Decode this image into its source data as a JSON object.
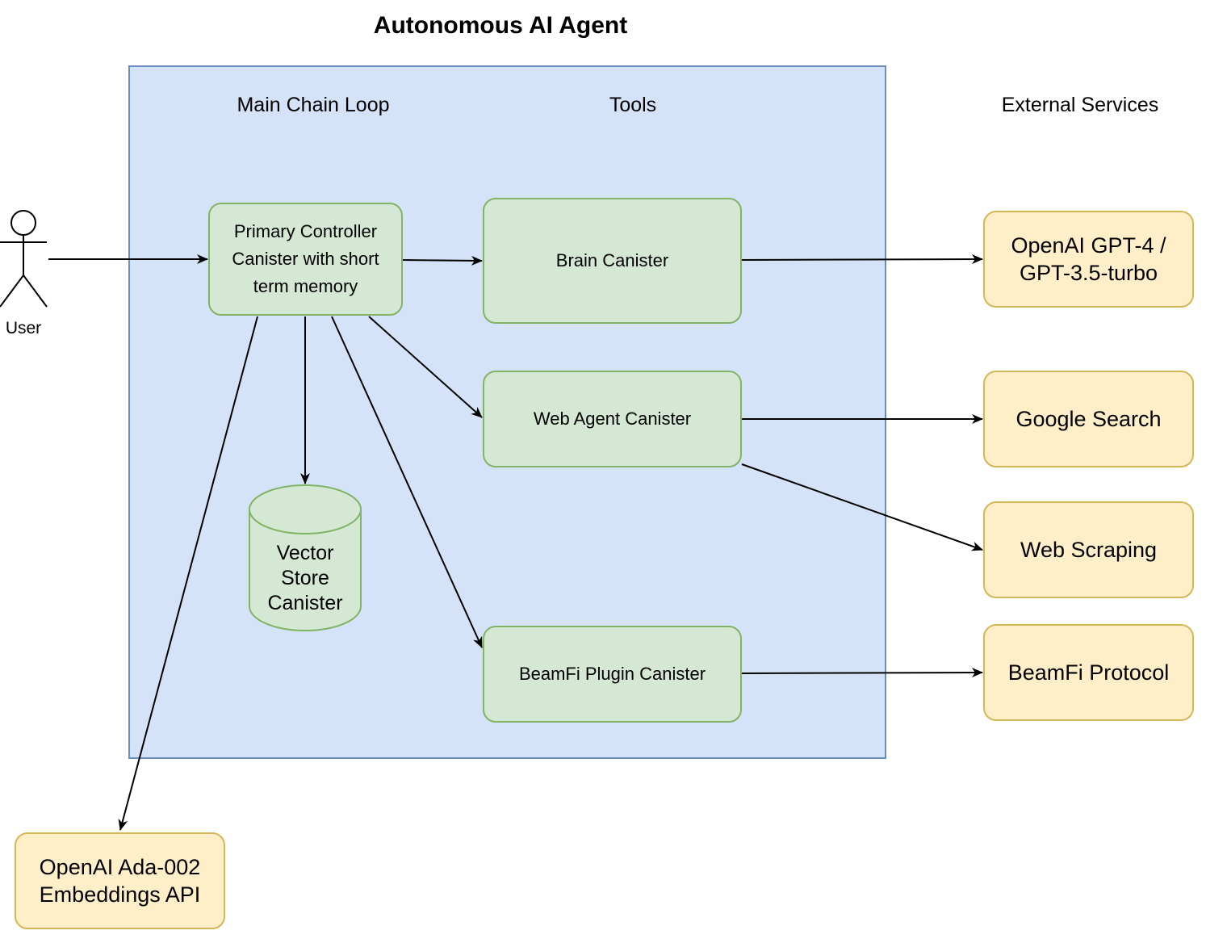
{
  "title": "Autonomous AI Agent",
  "colors": {
    "container_fill": "#d5e3f8",
    "container_border": "#6c8ebf",
    "internal_fill": "#d5e8d4",
    "internal_border": "#82b366",
    "external_fill": "#ffefc9",
    "external_border": "#d6b656"
  },
  "sections": {
    "main_chain_loop": "Main Chain Loop",
    "tools": "Tools",
    "external_services": "External Services"
  },
  "actor": {
    "label": "User",
    "icon": "stick-figure-actor"
  },
  "nodes": {
    "primary_controller": "Primary Controller Canister with short term memory",
    "brain": "Brain Canister",
    "web_agent": "Web Agent Canister",
    "beamfi_plugin": "BeamFi Plugin Canister",
    "vector_store": "Vector Store Canister",
    "openai_gpt": "OpenAI GPT-4 / GPT-3.5-turbo",
    "google_search": "Google Search",
    "web_scraping": "Web Scraping",
    "beamfi_protocol": "BeamFi Protocol",
    "openai_ada": "OpenAI Ada-002 Embeddings API"
  },
  "edges": [
    {
      "from": "User",
      "to": "Primary Controller Canister with short term memory"
    },
    {
      "from": "Primary Controller Canister with short term memory",
      "to": "Brain Canister"
    },
    {
      "from": "Primary Controller Canister with short term memory",
      "to": "Web Agent Canister"
    },
    {
      "from": "Primary Controller Canister with short term memory",
      "to": "Vector Store Canister"
    },
    {
      "from": "Primary Controller Canister with short term memory",
      "to": "BeamFi Plugin Canister"
    },
    {
      "from": "Primary Controller Canister with short term memory",
      "to": "OpenAI Ada-002 Embeddings API"
    },
    {
      "from": "Brain Canister",
      "to": "OpenAI GPT-4 / GPT-3.5-turbo"
    },
    {
      "from": "Web Agent Canister",
      "to": "Google Search"
    },
    {
      "from": "Web Agent Canister",
      "to": "Web Scraping"
    },
    {
      "from": "BeamFi Plugin Canister",
      "to": "BeamFi Protocol"
    }
  ]
}
